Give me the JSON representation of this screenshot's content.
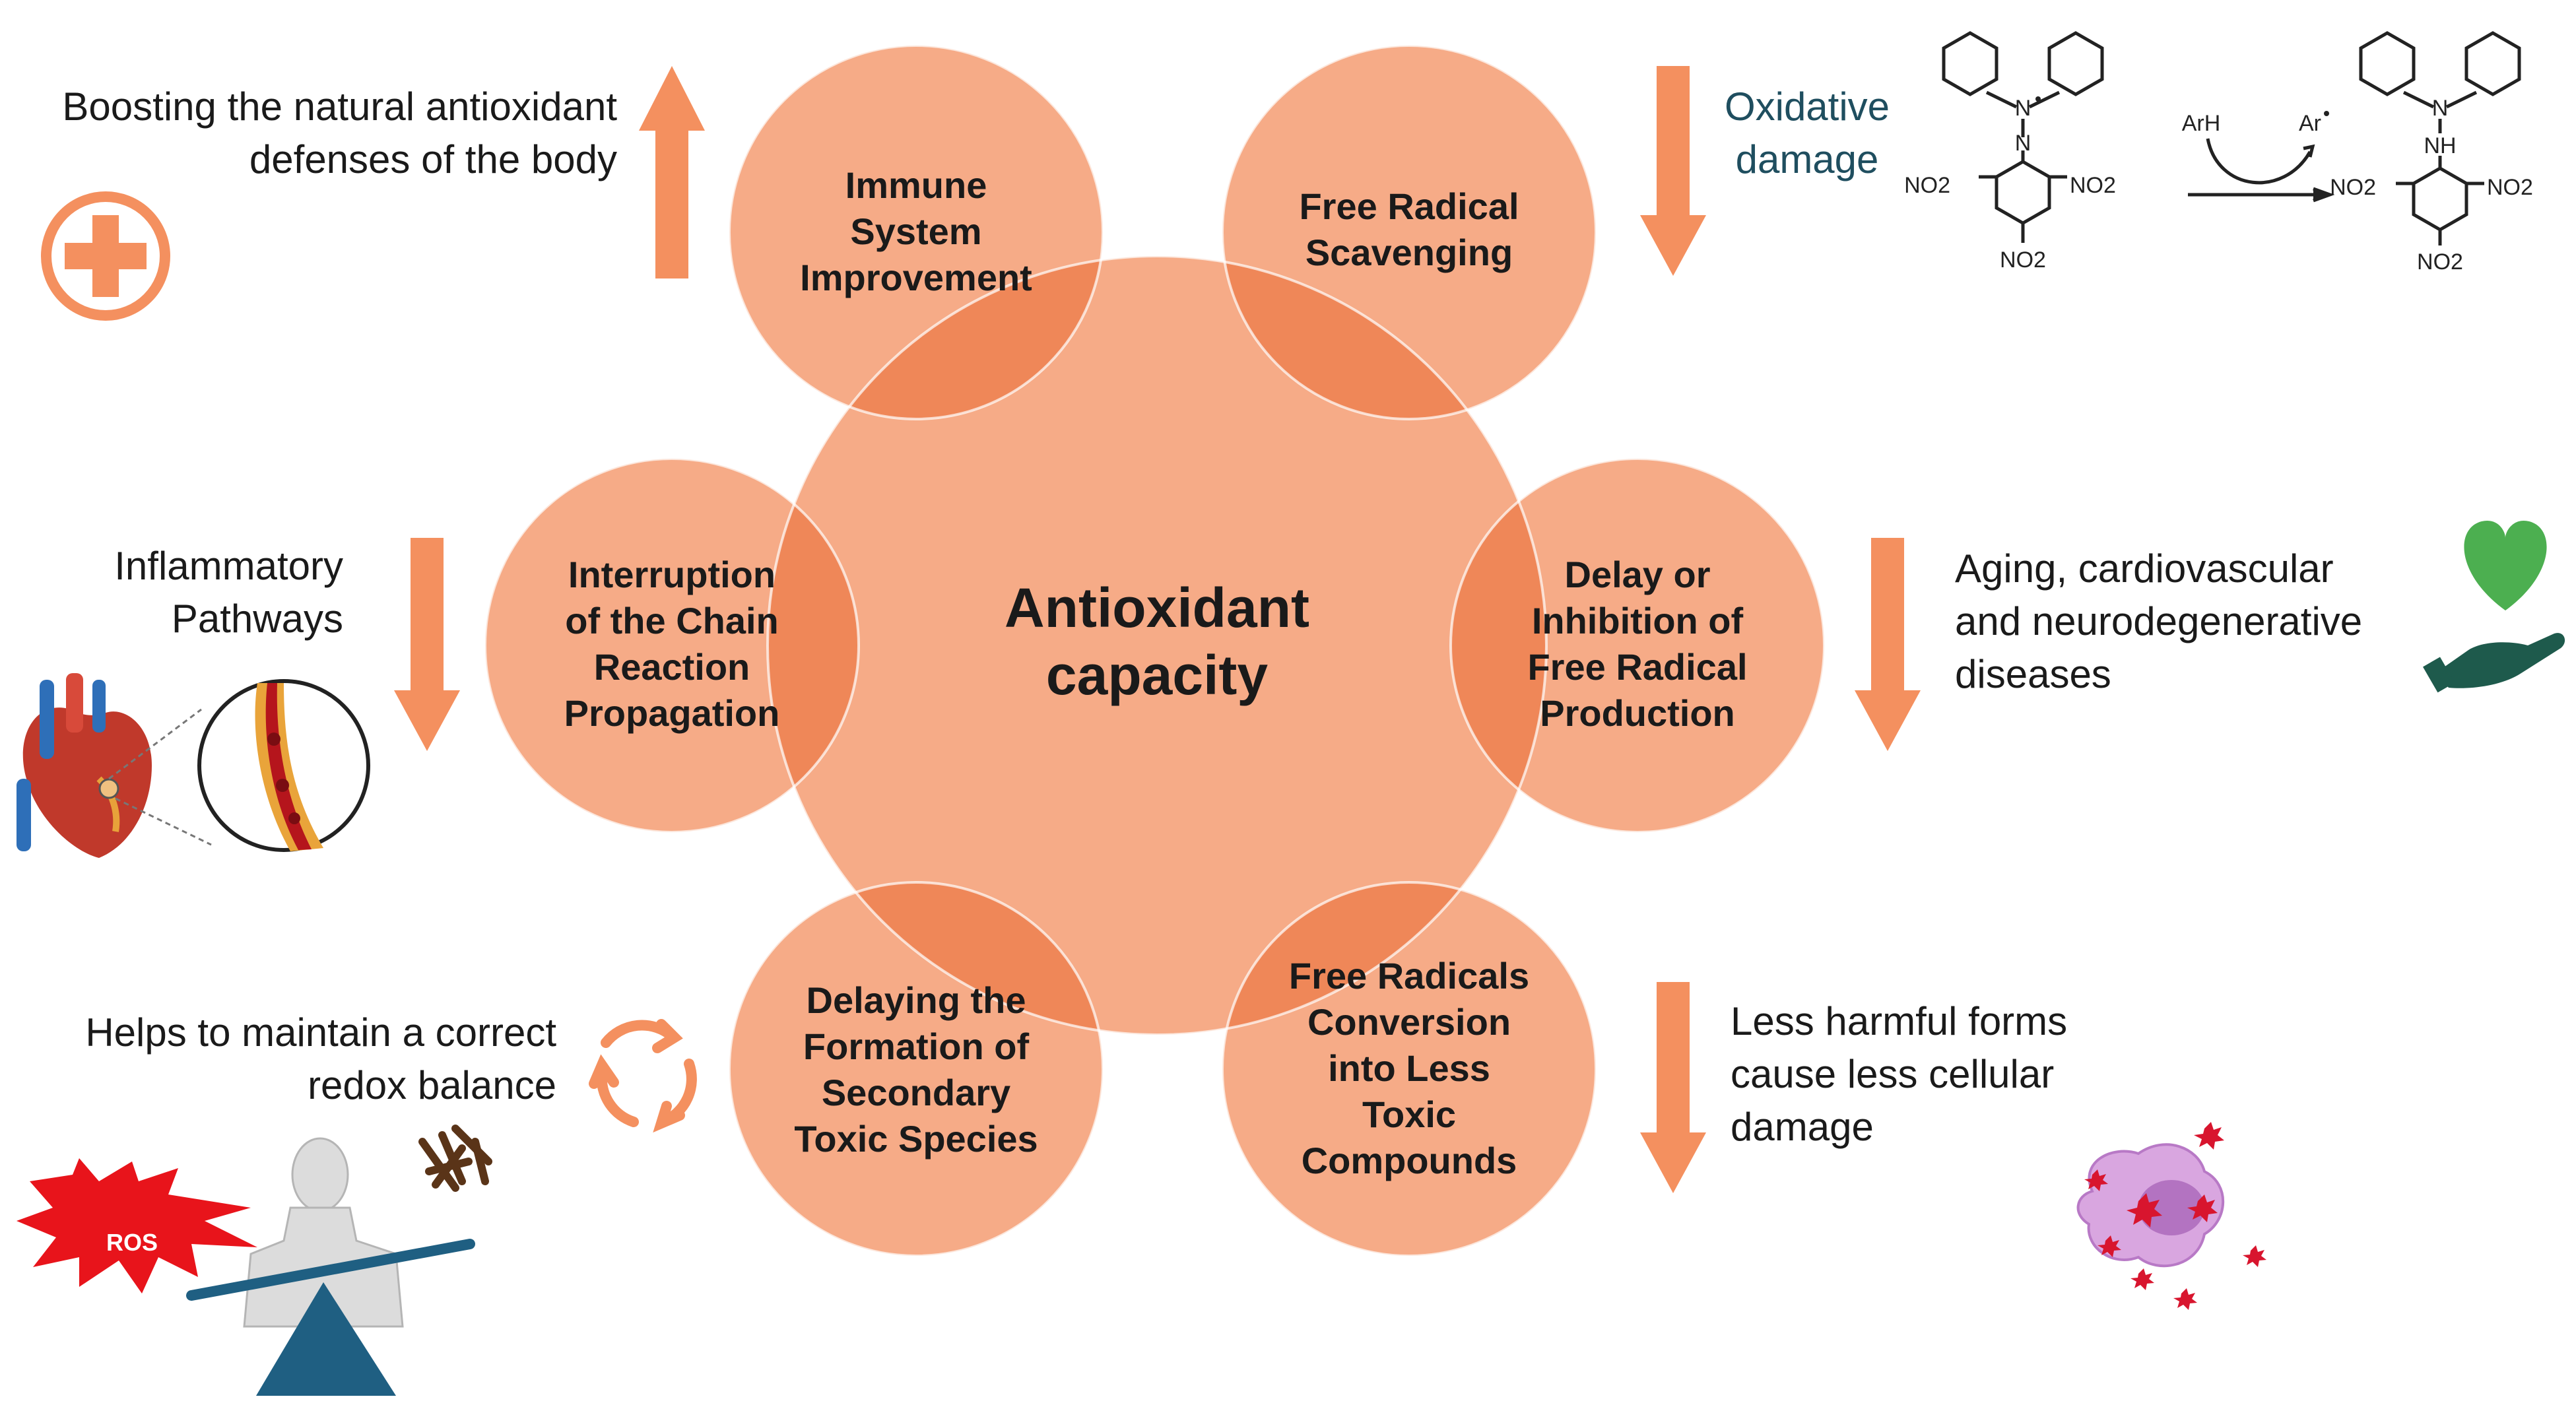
{
  "center": {
    "title_line1": "Antioxidant",
    "title_line2": "capacity"
  },
  "circles": {
    "immune": [
      "Immune",
      "System",
      "Improvement"
    ],
    "scavenging": [
      "Free Radical",
      "Scavenging"
    ],
    "interruption": [
      "Interruption",
      "of the Chain",
      "Reaction",
      "Propagation"
    ],
    "delay": [
      "Delay or",
      "Inhibition of",
      "Free Radical",
      "Production"
    ],
    "delaying": [
      "Delaying the",
      "Formation of",
      "Secondary",
      "Toxic Species"
    ],
    "conversion": [
      "Free Radicals",
      "Conversion",
      "into Less",
      "Toxic",
      "Compounds"
    ]
  },
  "annotations": {
    "boosting": [
      "Boosting the natural antioxidant",
      "defenses of the body"
    ],
    "oxidative": [
      "Oxidative",
      "damage"
    ],
    "inflammatory": [
      "Inflammatory",
      "Pathways"
    ],
    "aging": [
      "Aging, cardiovascular",
      "and neurodegenerative",
      "diseases"
    ],
    "redox": [
      "Helps to maintain  a correct",
      "redox balance"
    ],
    "less_harmful": [
      "Less harmful forms",
      "cause less cellular",
      "damage"
    ],
    "ros_label": "ROS"
  },
  "chemistry": {
    "left_n_top": "N",
    "left_n_bottom": "N",
    "left_no2_left": "NO2",
    "left_no2_right": "NO2",
    "left_no2_bottom": "NO2",
    "reagent": "ArH",
    "product_radical": "Ar",
    "right_n_top": "N",
    "right_nh": "NH",
    "right_no2_left": "NO2",
    "right_no2_right": "NO2",
    "right_no2_bottom": "NO2"
  },
  "colors": {
    "circle_fill": "#f5a57e",
    "overlap_fill": "#ef8758",
    "arrow": "#f4905f",
    "oxidative_text": "#1f4e5f",
    "heart_green": "#4caf50",
    "hand_teal": "#1e5a4c",
    "seesaw_blue": "#1f5f82",
    "ros_red": "#e8141b"
  }
}
